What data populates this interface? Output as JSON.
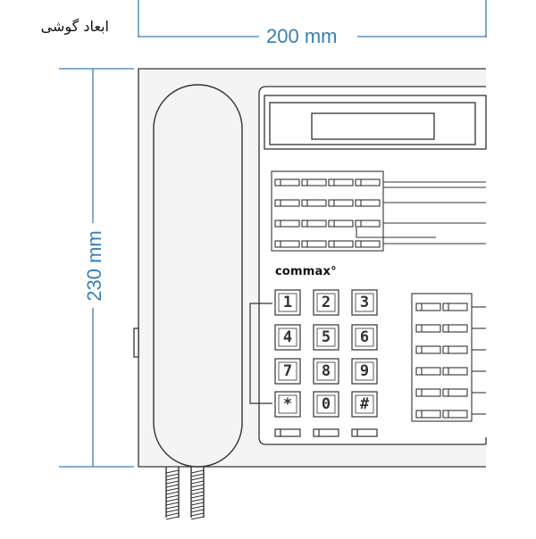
{
  "title": "ابعاد گوشی",
  "dimensions": {
    "width_label": "200 mm",
    "height_label": "230 mm"
  },
  "brand": "commax°",
  "keypad": {
    "keys": [
      "1",
      "2",
      "3",
      "4",
      "5",
      "6",
      "7",
      "8",
      "9",
      "*",
      "0",
      "#"
    ]
  },
  "colors": {
    "dimension": "#3a7fb5",
    "outline": "#333333",
    "body_fill": "#f4f4f4"
  }
}
